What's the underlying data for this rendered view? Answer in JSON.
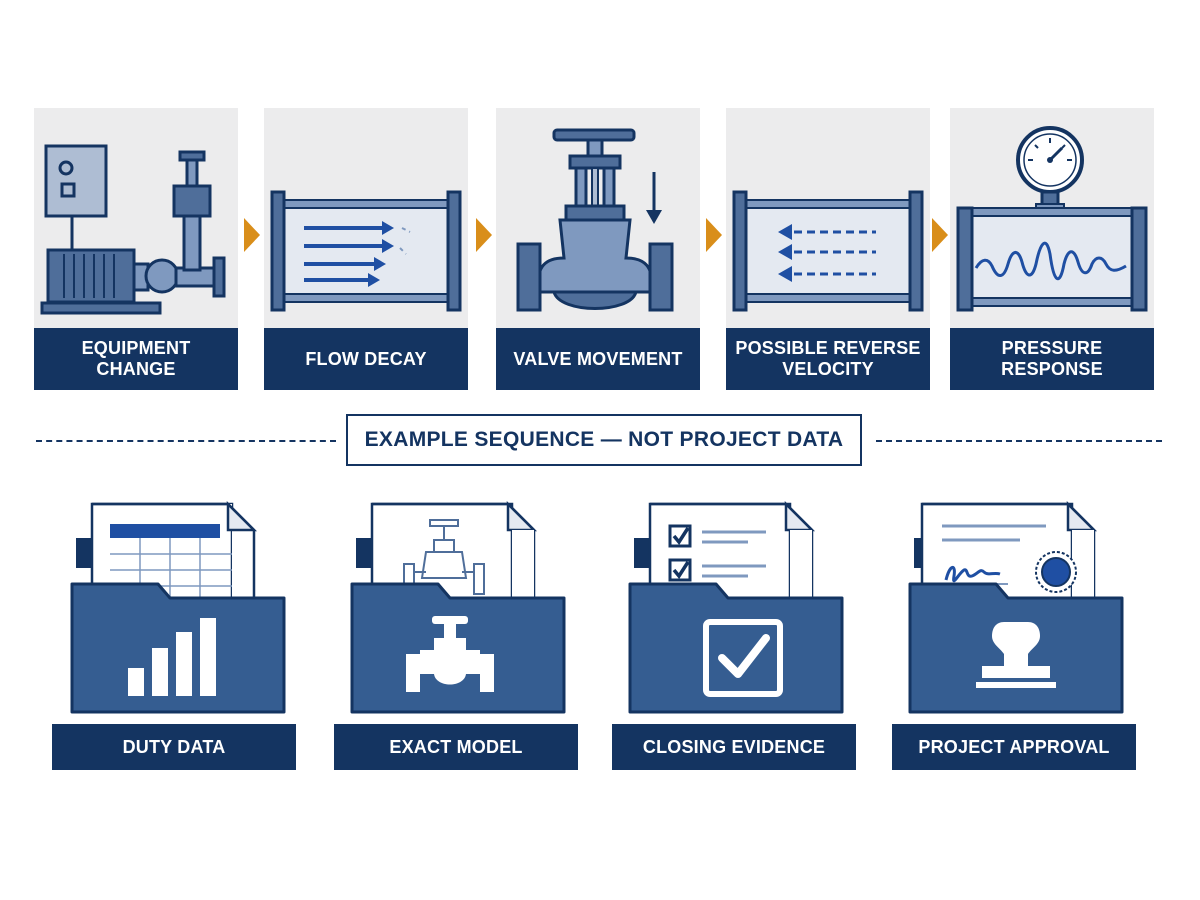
{
  "colors": {
    "navy": "#143461",
    "steel": "#4f6e9a",
    "steel_light": "#7f99bf",
    "arrow_blue": "#1f4fa3",
    "chevron": "#d98e1a",
    "card_bg": "#ececed"
  },
  "sequence": {
    "steps": [
      {
        "label": "EQUIPMENT CHANGE",
        "icon": "pump-motor-icon"
      },
      {
        "label": "FLOW DECAY",
        "icon": "pipe-flow-forward-icon"
      },
      {
        "label": "VALVE MOVEMENT",
        "icon": "gate-valve-closing-icon"
      },
      {
        "label": "POSSIBLE REVERSE VELOCITY",
        "icon": "pipe-flow-reverse-icon"
      },
      {
        "label": "PRESSURE RESPONSE",
        "icon": "pressure-gauge-wave-icon"
      }
    ],
    "connector_icon": "chevron-right-icon"
  },
  "caption": {
    "text": "EXAMPLE SEQUENCE — NOT PROJECT DATA"
  },
  "requirements": {
    "items": [
      {
        "label": "DUTY DATA",
        "icon": "folder-bar-chart-icon"
      },
      {
        "label": "EXACT MODEL",
        "icon": "folder-valve-icon"
      },
      {
        "label": "CLOSING EVIDENCE",
        "icon": "folder-checkbox-icon"
      },
      {
        "label": "PROJECT APPROVAL",
        "icon": "folder-stamp-icon"
      }
    ]
  }
}
